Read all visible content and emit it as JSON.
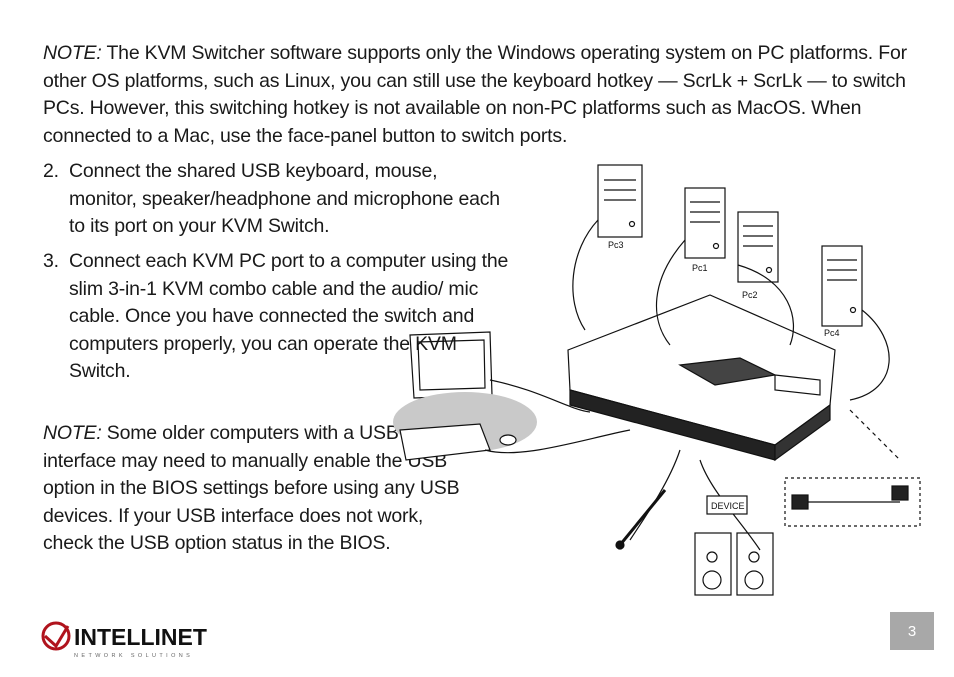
{
  "note1": {
    "label": "NOTE:",
    "text": " The KVM Switcher software supports only the Windows operating system on PC platforms. For other OS platforms, such as Linux, you can still use the keyboard hotkey — ScrLk + ScrLk — to switch PCs. However, this switching hotkey is not available on non-PC platforms such as MacOS. When connected to a Mac, use the face-panel button to switch ports."
  },
  "steps": [
    {
      "number": "2.",
      "text": "Connect the shared USB keyboard, mouse, monitor, speaker/headphone and microphone each to its port on your KVM Switch."
    },
    {
      "number": "3.",
      "text": "Connect each KVM PC port to a computer using the slim 3-in-1 KVM combo cable and the audio/ mic cable. Once you have connected the switch and computers properly, you can operate the KVM Switch."
    }
  ],
  "note2": {
    "label": "NOTE:",
    "text": " Some older computers with a USB interface may need to manually enable the USB option in the BIOS settings before using any USB devices. If your USB interface does not work, check the USB option status in the BIOS."
  },
  "figure": {
    "pc_labels": [
      "Pc3",
      "Pc1",
      "Pc2",
      "Pc4"
    ],
    "device_label": "DEVICE"
  },
  "logo": {
    "name": "INTELLINET",
    "tagline": "NETWORK SOLUTIONS"
  },
  "page_number": "3"
}
